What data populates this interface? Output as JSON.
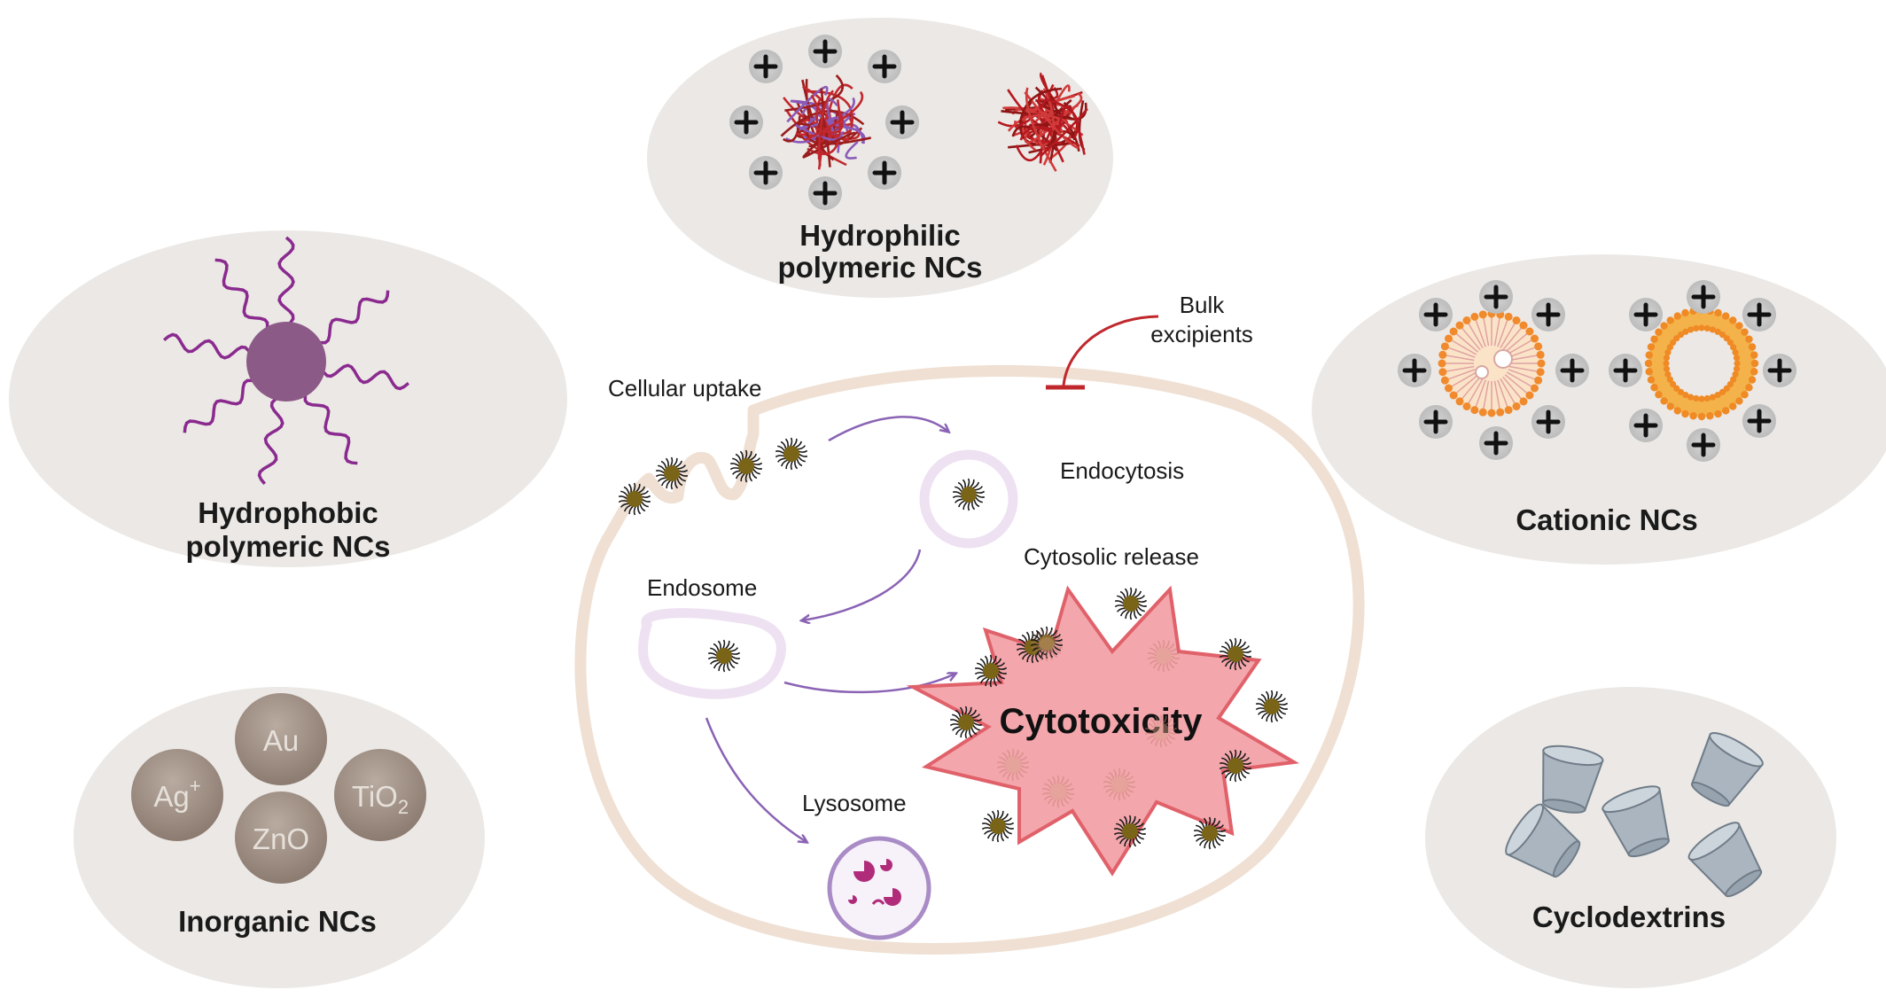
{
  "colors": {
    "panel": "#ebe8e5",
    "cell_membrane": "#efe0d3",
    "arrow": "#8a63b4",
    "inhibit": "#c0282d",
    "burst_fill": "#f3a6ab",
    "burst_stroke": "#e0616a",
    "nanoparticle": "#8a8a8a",
    "cyclodextrin": "#aab5c0"
  },
  "panels": {
    "hydrophilic": {
      "title_line1": "Hydrophilic",
      "title_line2": "polymeric NCs"
    },
    "hydrophobic": {
      "title_line1": "Hydrophobic",
      "title_line2": "polymeric NCs"
    },
    "cationic": {
      "title": "Cationic NCs"
    },
    "inorganic": {
      "title": "Inorganic NCs",
      "particles": [
        {
          "label": "Au",
          "sub": "",
          "sup": ""
        },
        {
          "label": "Ag",
          "sub": "",
          "sup": "+"
        },
        {
          "label": "TiO",
          "sub": "2",
          "sup": ""
        },
        {
          "label": "ZnO",
          "sub": "",
          "sup": ""
        }
      ]
    },
    "cyclodextrins": {
      "title": "Cyclodextrins"
    }
  },
  "cell": {
    "bulk_line1": "Bulk",
    "bulk_line2": "excipients",
    "cellular_uptake": "Cellular uptake",
    "endocytosis": "Endocytosis",
    "cytosolic_release": "Cytosolic release",
    "endosome": "Endosome",
    "lysosome": "Lysosome",
    "cytotoxicity": "Cytotoxicity"
  },
  "icons": {
    "plus": "plus-charge-icon",
    "nanocarrier": "spiky-nanocarrier-icon"
  }
}
